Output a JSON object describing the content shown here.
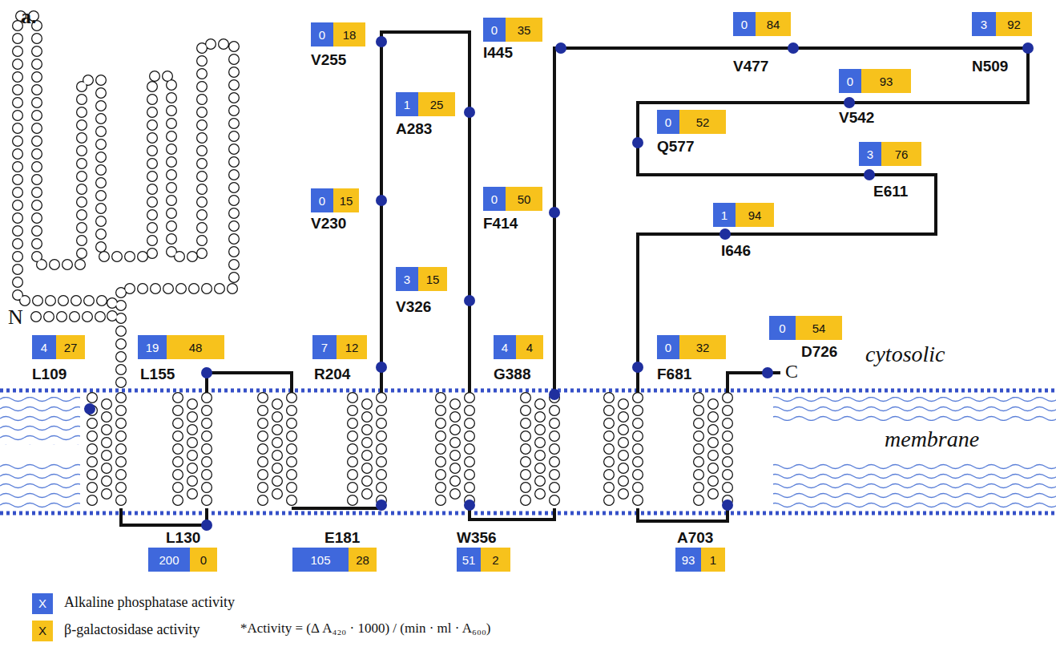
{
  "diagram": {
    "nodes": [
      {
        "text": [
          "4"
        ]
      },
      {
        "text": [
          "27"
        ]
      },
      {
        "text": [
          "200"
        ]
      },
      {
        "text": [
          "0"
        ]
      },
      {
        "text": [
          "19"
        ]
      },
      {
        "text": [
          "48"
        ]
      },
      {
        "text": [
          "105"
        ]
      },
      {
        "text": [
          "28"
        ]
      },
      {
        "text": [
          "7"
        ]
      },
      {
        "text": [
          "12"
        ]
      },
      {
        "text": [
          "0"
        ]
      },
      {
        "text": [
          "15"
        ]
      },
      {
        "text": [
          "0"
        ]
      },
      {
        "text": [
          "18"
        ]
      },
      {
        "text": [
          "1"
        ]
      },
      {
        "text": [
          "25"
        ]
      },
      {
        "text": [
          "3"
        ]
      },
      {
        "text": [
          "15"
        ]
      },
      {
        "text": [
          "51"
        ]
      },
      {
        "text": [
          "2"
        ]
      },
      {
        "text": [
          "4"
        ]
      },
      {
        "text": [
          "4"
        ]
      },
      {
        "text": [
          "0"
        ]
      },
      {
        "text": [
          "50"
        ]
      },
      {
        "text": [
          "0"
        ]
      },
      {
        "text": [
          "35"
        ]
      },
      {
        "text": [
          "0"
        ]
      },
      {
        "text": [
          "84"
        ]
      },
      {
        "text": [
          "3"
        ]
      },
      {
        "text": [
          "92"
        ]
      },
      {
        "text": [
          "0"
        ]
      },
      {
        "text": [
          "93"
        ]
      },
      {
        "text": [
          "0"
        ]
      },
      {
        "text": [
          "52"
        ]
      },
      {
        "text": [
          "3"
        ]
      },
      {
        "text": [
          "76"
        ]
      },
      {
        "text": [
          "1"
        ]
      },
      {
        "text": [
          "94"
        ]
      },
      {
        "text": [
          "0"
        ]
      },
      {
        "text": [
          "32"
        ]
      },
      {
        "text": [
          "93"
        ]
      },
      {
        "text": [
          "1"
        ]
      },
      {
        "text": [
          "0"
        ]
      },
      {
        "text": [
          "54"
        ]
      }
    ],
    "labels": [
      "a.",
      "N",
      "L109",
      "L130",
      "L155",
      "E181",
      "R204",
      "V230",
      "V255",
      "A283",
      "V326",
      "W356",
      "G388",
      "F414",
      "I445",
      "V477",
      "N509",
      "V542",
      "Q577",
      "E611",
      "I646",
      "F681",
      "A703",
      "D726",
      "cytosolic",
      "membrane",
      "C",
      "X",
      "X",
      "*Activity = (Δ A₄₂₀ · 1000) / (min · ml · A₆₀₀)"
    ],
    "legend": [
      {
        "text": "Alkaline phosphatase activity",
        "color": "#3f68dc"
      },
      {
        "text": "β-galactosidase activity",
        "color": "#f7c21c"
      }
    ]
  }
}
